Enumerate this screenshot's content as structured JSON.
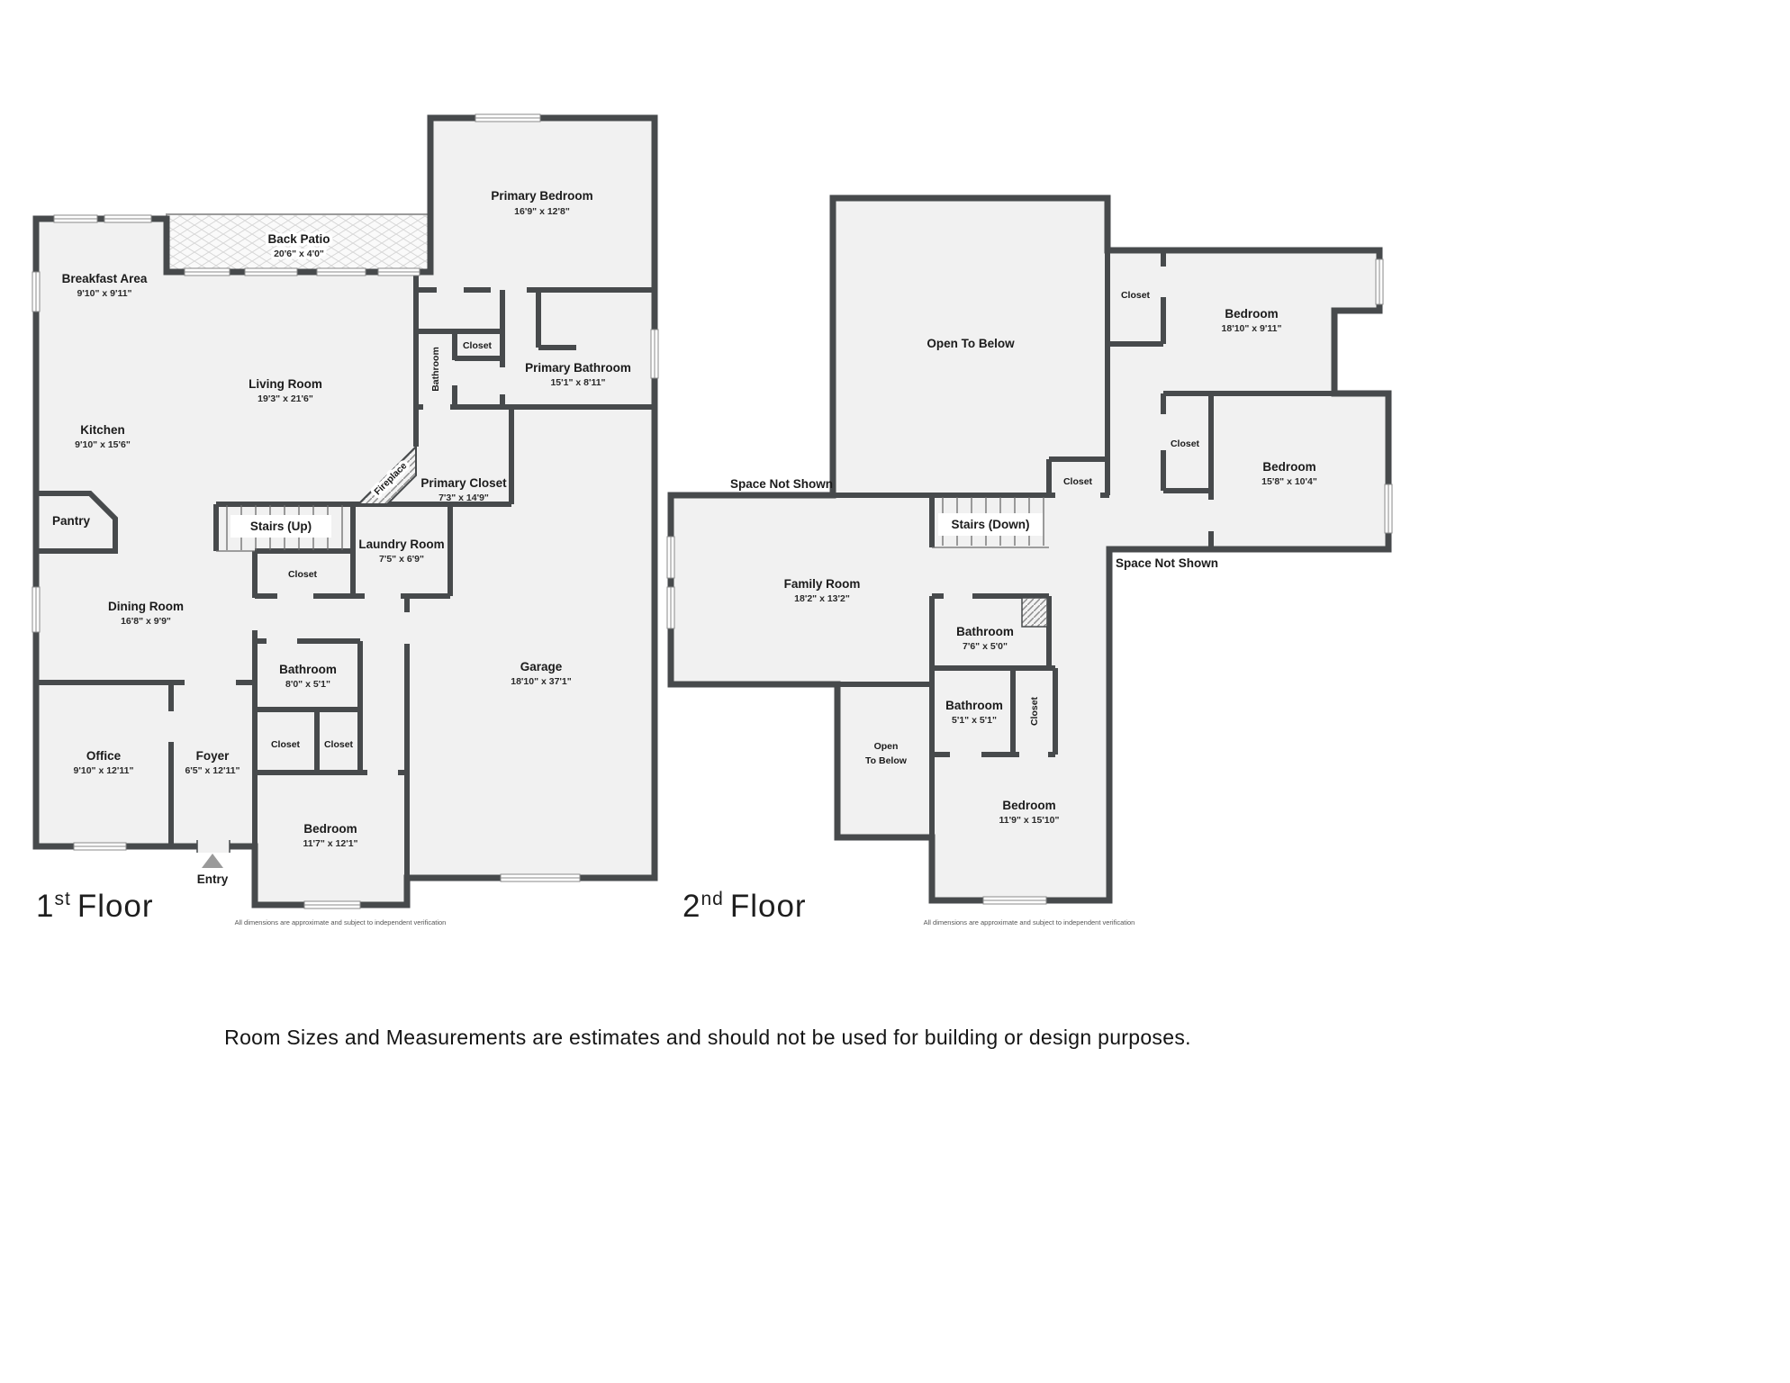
{
  "footer": {
    "note": "Room Sizes and Measurements are estimates and should not be used for building or design purposes."
  },
  "floor1": {
    "title": {
      "num": "1",
      "ord": "st",
      "word": "Floor"
    },
    "disclaimer": "All dimensions are approximate and subject to independent verification",
    "rooms": {
      "primary_bedroom": {
        "name": "Primary Bedroom",
        "dims": "16'9\" x 12'8\""
      },
      "back_patio": {
        "name": "Back Patio",
        "dims": "20'6\" x 4'0\""
      },
      "breakfast_area": {
        "name": "Breakfast Area",
        "dims": "9'10\" x 9'11\""
      },
      "living_room": {
        "name": "Living Room",
        "dims": "19'3\" x 21'6\""
      },
      "bathroom_hall": {
        "name": "Bathroom"
      },
      "closet_hall": {
        "name": "Closet"
      },
      "primary_bathroom": {
        "name": "Primary Bathroom",
        "dims": "15'1\" x 8'11\""
      },
      "kitchen": {
        "name": "Kitchen",
        "dims": "9'10\" x 15'6\""
      },
      "fireplace": {
        "name": "Fireplace"
      },
      "primary_closet": {
        "name": "Primary Closet",
        "dims": "7'3\" x 14'9\""
      },
      "pantry": {
        "name": "Pantry"
      },
      "stairs_up": {
        "name": "Stairs (Up)"
      },
      "laundry_room": {
        "name": "Laundry Room",
        "dims": "7'5\" x 6'9\""
      },
      "closet_stairs": {
        "name": "Closet"
      },
      "dining_room": {
        "name": "Dining Room",
        "dims": "16'8\" x 9'9\""
      },
      "bathroom": {
        "name": "Bathroom",
        "dims": "8'0\" x 5'1\""
      },
      "closet_left": {
        "name": "Closet"
      },
      "closet_right": {
        "name": "Closet"
      },
      "office": {
        "name": "Office",
        "dims": "9'10\" x 12'11\""
      },
      "foyer": {
        "name": "Foyer",
        "dims": "6'5\" x 12'11\""
      },
      "bedroom": {
        "name": "Bedroom",
        "dims": "11'7\" x 12'1\""
      },
      "garage": {
        "name": "Garage",
        "dims": "18'10\" x 37'1\""
      },
      "entry": {
        "name": "Entry"
      }
    }
  },
  "floor2": {
    "title": {
      "num": "2",
      "ord": "nd",
      "word": "Floor"
    },
    "disclaimer": "All dimensions are approximate and subject to independent verification",
    "rooms": {
      "open_to_below_large": {
        "name": "Open To Below"
      },
      "closet_top": {
        "name": "Closet"
      },
      "bedroom_top": {
        "name": "Bedroom",
        "dims": "18'10\" x 9'11\""
      },
      "closet_mid": {
        "name": "Closet"
      },
      "bedroom_right": {
        "name": "Bedroom",
        "dims": "15'8\" x 10'4\""
      },
      "closet_stairs": {
        "name": "Closet"
      },
      "space_not_shown_left": {
        "name": "Space Not Shown"
      },
      "stairs_down": {
        "name": "Stairs (Down)"
      },
      "space_not_shown_right": {
        "name": "Space Not Shown"
      },
      "family_room": {
        "name": "Family Room",
        "dims": "18'2\" x 13'2\""
      },
      "bathroom_upper": {
        "name": "Bathroom",
        "dims": "7'6\" x 5'0\""
      },
      "bathroom_lower": {
        "name": "Bathroom",
        "dims": "5'1\" x 5'1\""
      },
      "closet_vertical": {
        "name": "Closet"
      },
      "open_to_below_small": {
        "line1": "Open",
        "line2": "To Below"
      },
      "bedroom_bottom": {
        "name": "Bedroom",
        "dims": "11'9\" x 15'10\""
      }
    }
  }
}
